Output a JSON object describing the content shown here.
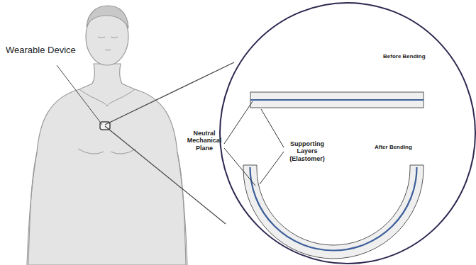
{
  "diagram": {
    "labels": [
      "Wearable Device",
      "Neutral Mechanical Plane",
      "Supporting Layers (Elastomer)",
      "Before Bending",
      "After Bending"
    ]
  }
}
